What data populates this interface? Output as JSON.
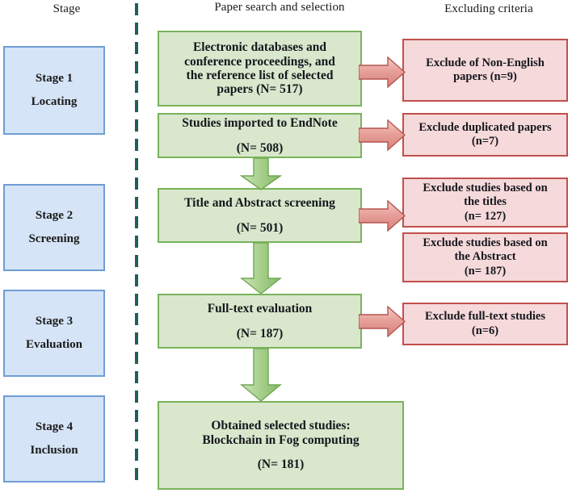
{
  "headers": {
    "stage": "Stage",
    "search": "Paper search and selection",
    "excluding": "Excluding criteria"
  },
  "colors": {
    "stage_fill": "#d6e4f7",
    "stage_border": "#6f9dd4",
    "green_fill": "#d9e7cc",
    "green_border": "#79b35b",
    "red_fill": "#f6d9da",
    "red_border": "#c0504d",
    "divider": "#1f5f5b",
    "green_arrow": "#a9d18e",
    "red_arrow": "#e8a09a"
  },
  "stages": [
    {
      "number": "Stage 1",
      "name": "Locating"
    },
    {
      "number": "Stage 2",
      "name": "Screening"
    },
    {
      "number": "Stage 3",
      "name": "Evaluation"
    },
    {
      "number": "Stage 4",
      "name": "Inclusion"
    }
  ],
  "process_boxes": [
    {
      "id": "sources",
      "lines": [
        "Electronic databases and",
        "conference proceedings, and",
        "the reference list of selected",
        "papers (N= 517)"
      ],
      "count": 517
    },
    {
      "id": "endnote",
      "lines": [
        "Studies imported to EndNote"
      ],
      "count_line": "(N= 508)",
      "count": 508
    },
    {
      "id": "screening",
      "lines": [
        "Title and Abstract screening"
      ],
      "count_line": "(N= 501)",
      "count": 501
    },
    {
      "id": "fulltext",
      "lines": [
        "Full-text evaluation"
      ],
      "count_line": "(N= 187)",
      "count": 187
    },
    {
      "id": "included",
      "lines": [
        "Obtained selected studies:",
        "Blockchain in Fog computing"
      ],
      "count_line": "(N= 181)",
      "count": 181
    }
  ],
  "exclusion_boxes": [
    {
      "id": "non-english",
      "lines": [
        "Exclude of Non-English",
        "papers (n=9)"
      ],
      "count": 9
    },
    {
      "id": "duplicated",
      "lines": [
        "Exclude duplicated papers",
        "(n=7)"
      ],
      "count": 7
    },
    {
      "id": "titles",
      "lines": [
        "Exclude studies based on",
        "the titles",
        "(n= 127)"
      ],
      "count": 127
    },
    {
      "id": "abstract",
      "lines": [
        "Exclude studies based on",
        "the Abstract",
        "(n= 187)"
      ],
      "count": 187
    },
    {
      "id": "fulltext-excl",
      "lines": [
        "Exclude full-text studies",
        "(n=6)"
      ],
      "count": 6
    }
  ]
}
